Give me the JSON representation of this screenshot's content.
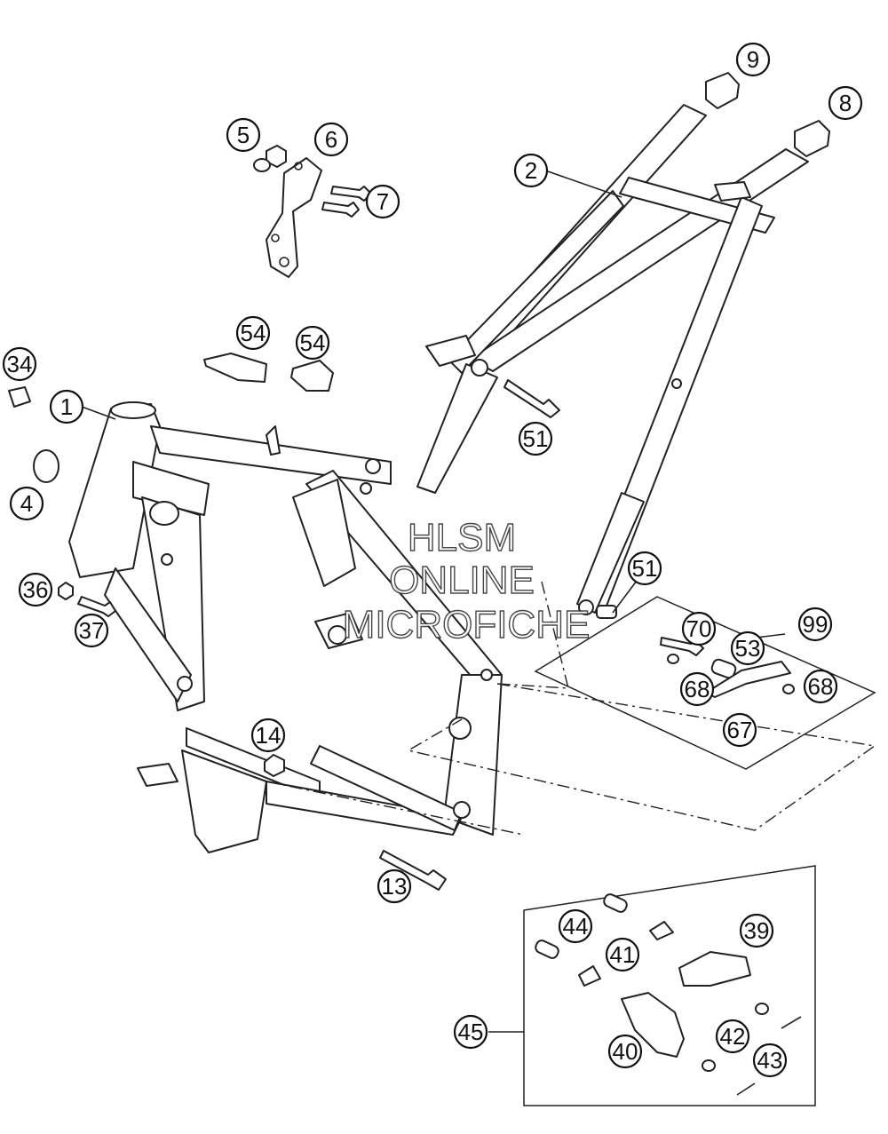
{
  "watermark": {
    "line1": "HLSM",
    "line2": "ONLINE",
    "line3": "MICROFICHE"
  },
  "callouts": {
    "c1": "1",
    "c2": "2",
    "c4": "4",
    "c5": "5",
    "c6": "6",
    "c7": "7",
    "c8": "8",
    "c9": "9",
    "c13": "13",
    "c14": "14",
    "c34": "34",
    "c36": "36",
    "c37": "37",
    "c39": "39",
    "c40": "40",
    "c41": "41",
    "c42": "42",
    "c43": "43",
    "c44": "44",
    "c45": "45",
    "c51a": "51",
    "c51b": "51",
    "c53": "53",
    "c54a": "54",
    "c54b": "54",
    "c67": "67",
    "c68a": "68",
    "c68b": "68",
    "c70": "70",
    "c99": "99"
  }
}
